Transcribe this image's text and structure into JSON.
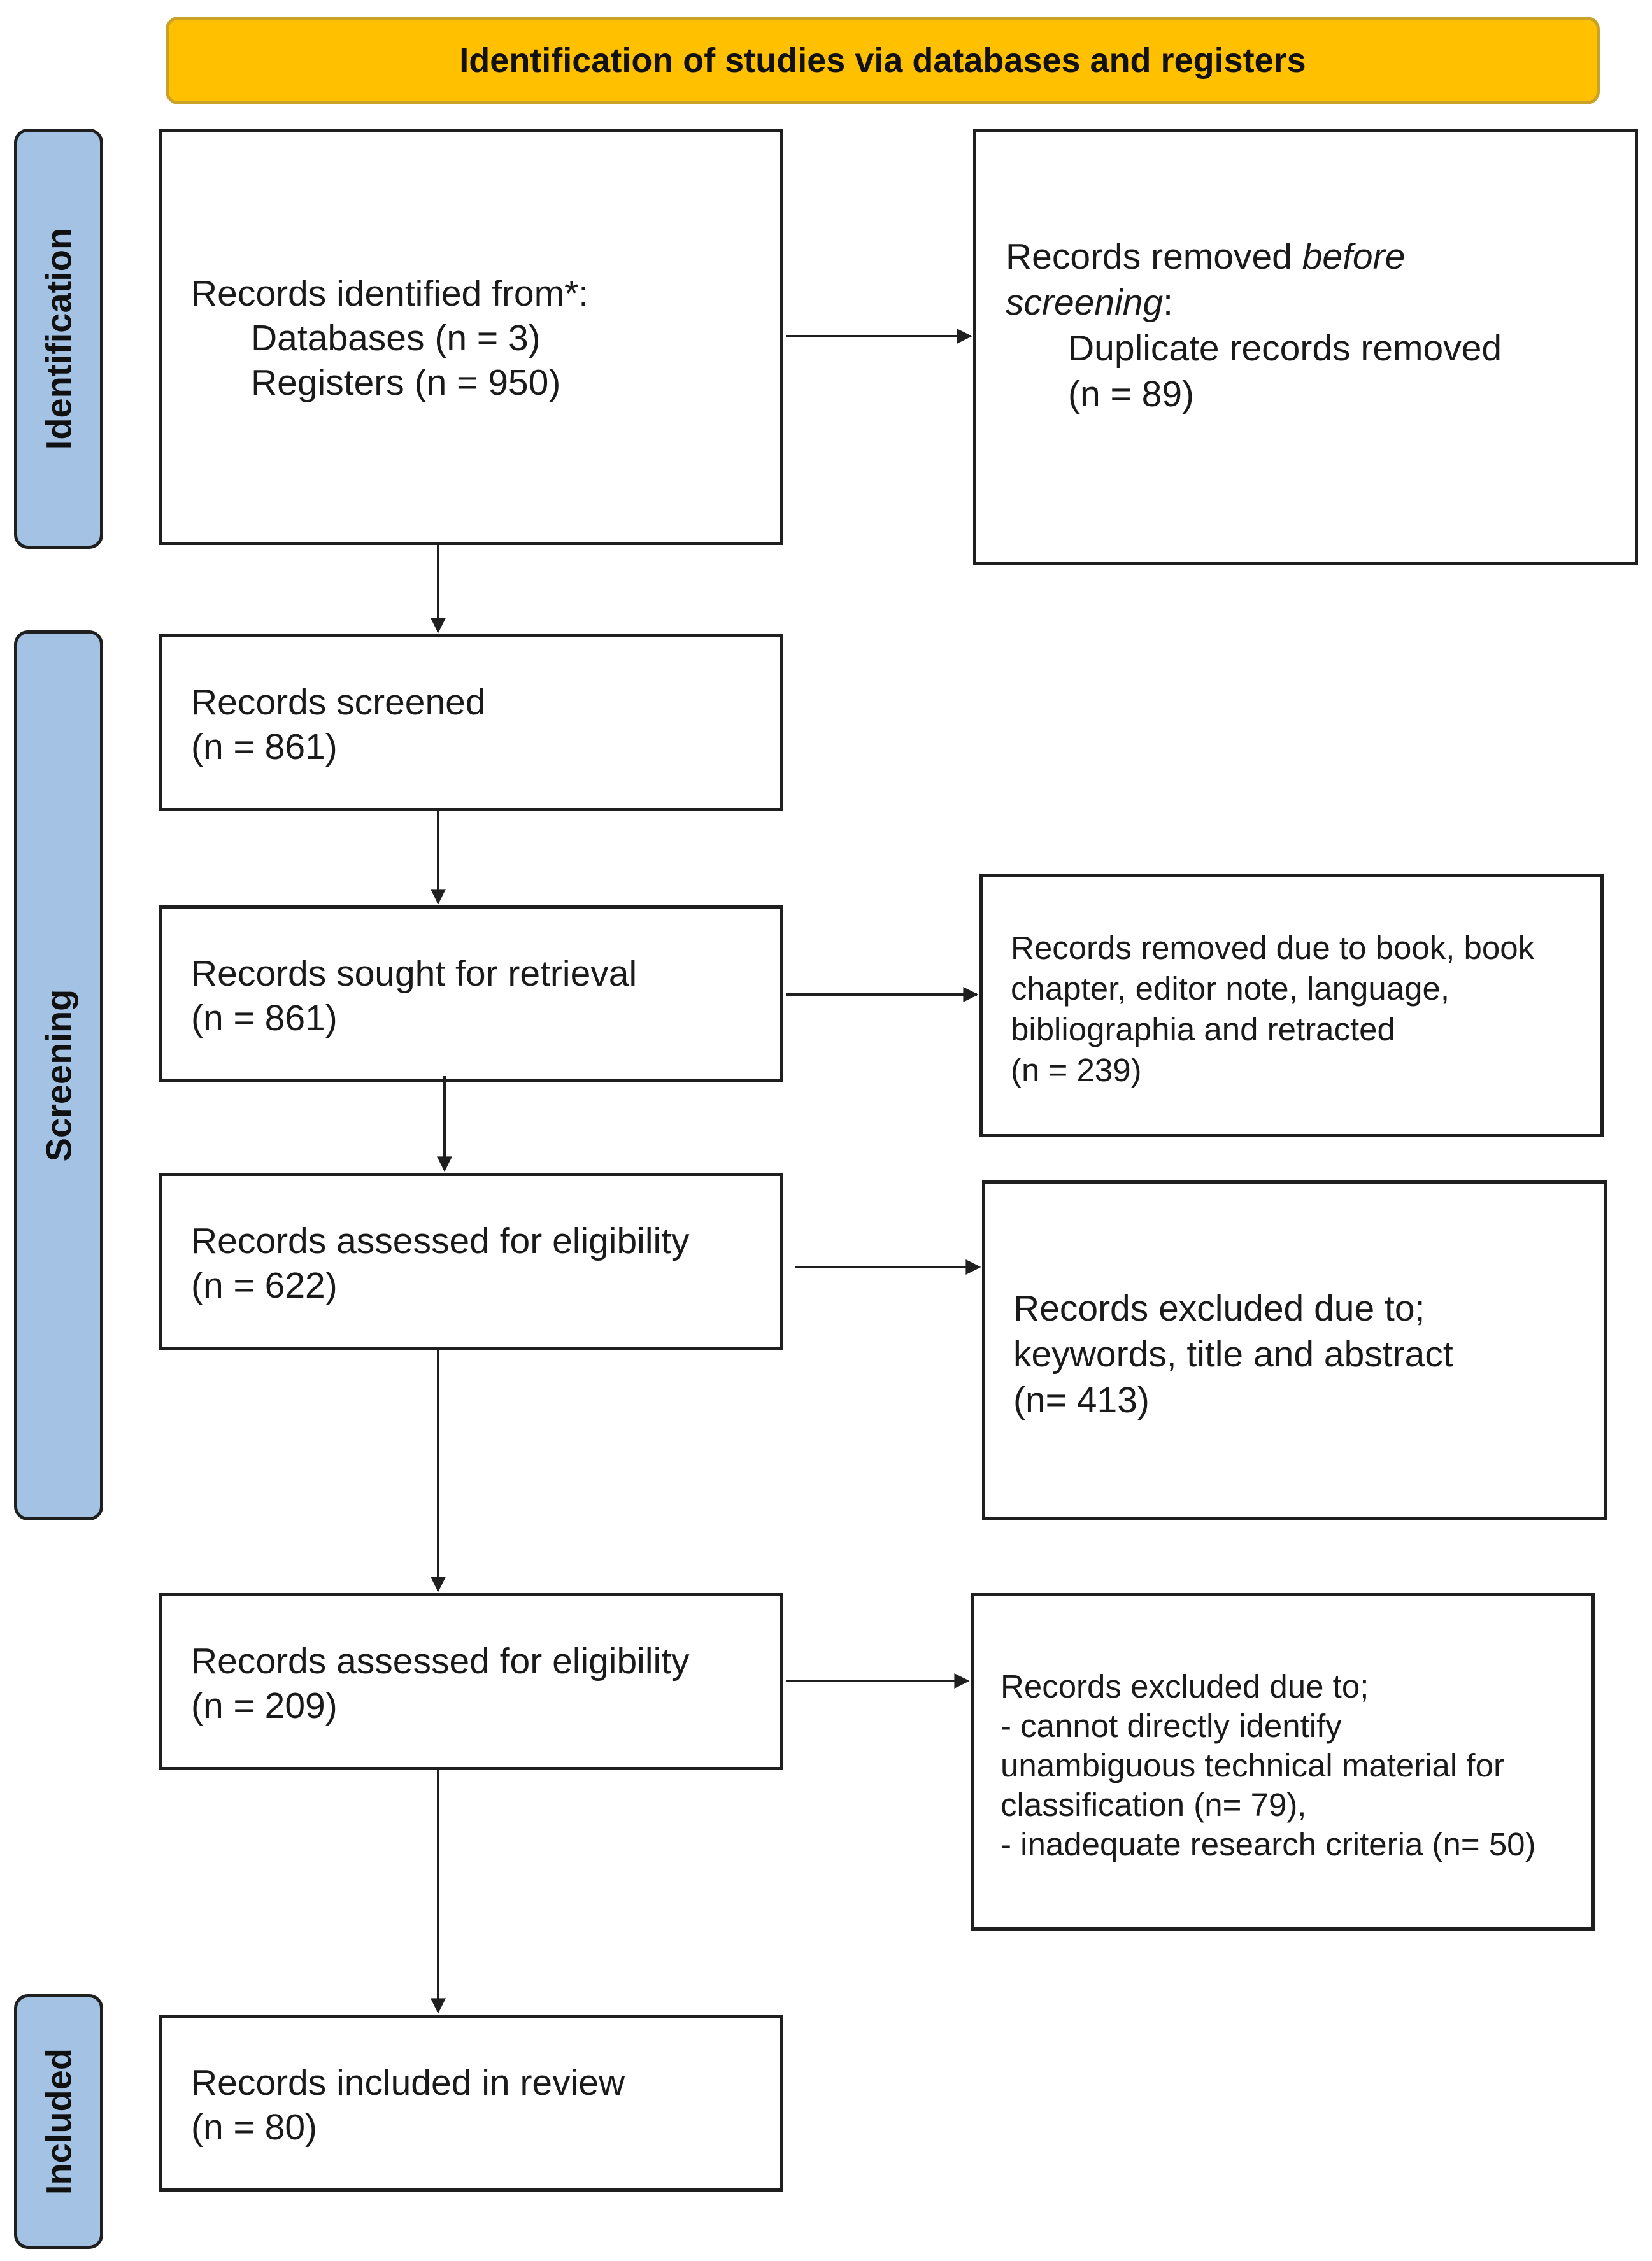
{
  "header": {
    "title": "Identification of studies via databases and registers"
  },
  "phases": {
    "identification": "Identification",
    "screening": "Screening",
    "included": "Included"
  },
  "boxes": {
    "identified": {
      "title": "Records identified from*:",
      "databases": "Databases (n = 3)",
      "registers": "Registers (n = 950)"
    },
    "removed_before": {
      "line1": "Records removed ",
      "line1_em": "before",
      "line2_em": "screening",
      "line2_tail": ":",
      "line3": "Duplicate records removed",
      "line4": "(n = 89)"
    },
    "screened": {
      "title": "Records screened",
      "count": "(n = 861)"
    },
    "retrieval": {
      "title": "Records sought for retrieval",
      "count": "(n = 861)"
    },
    "removed_book": {
      "line1": "Records removed due to book, book",
      "line2": "chapter, editor note, language,",
      "line3": "bibliographia and retracted",
      "line4": "(n = 239)"
    },
    "eligibility1": {
      "title": "Records assessed for eligibility",
      "count": "(n = 622)"
    },
    "excluded_keywords": {
      "line1": "Records excluded due to;",
      "line2": "keywords, title and abstract",
      "line3": "(n= 413)"
    },
    "eligibility2": {
      "title": "Records assessed for eligibility",
      "count": "(n = 209)"
    },
    "excluded_criteria": {
      "line1": "Records excluded due to;",
      "line2": "- cannot directly identify",
      "line3": "unambiguous technical material for",
      "line4": "classification (n= 79),",
      "line5": "- inadequate research criteria (n= 50)"
    },
    "included": {
      "title": "Records included in review",
      "count": "(n = 80)"
    }
  },
  "colors": {
    "header_fill": "#FFC000",
    "phase_fill": "#A4C2E4",
    "line": "#1f1f1f"
  }
}
